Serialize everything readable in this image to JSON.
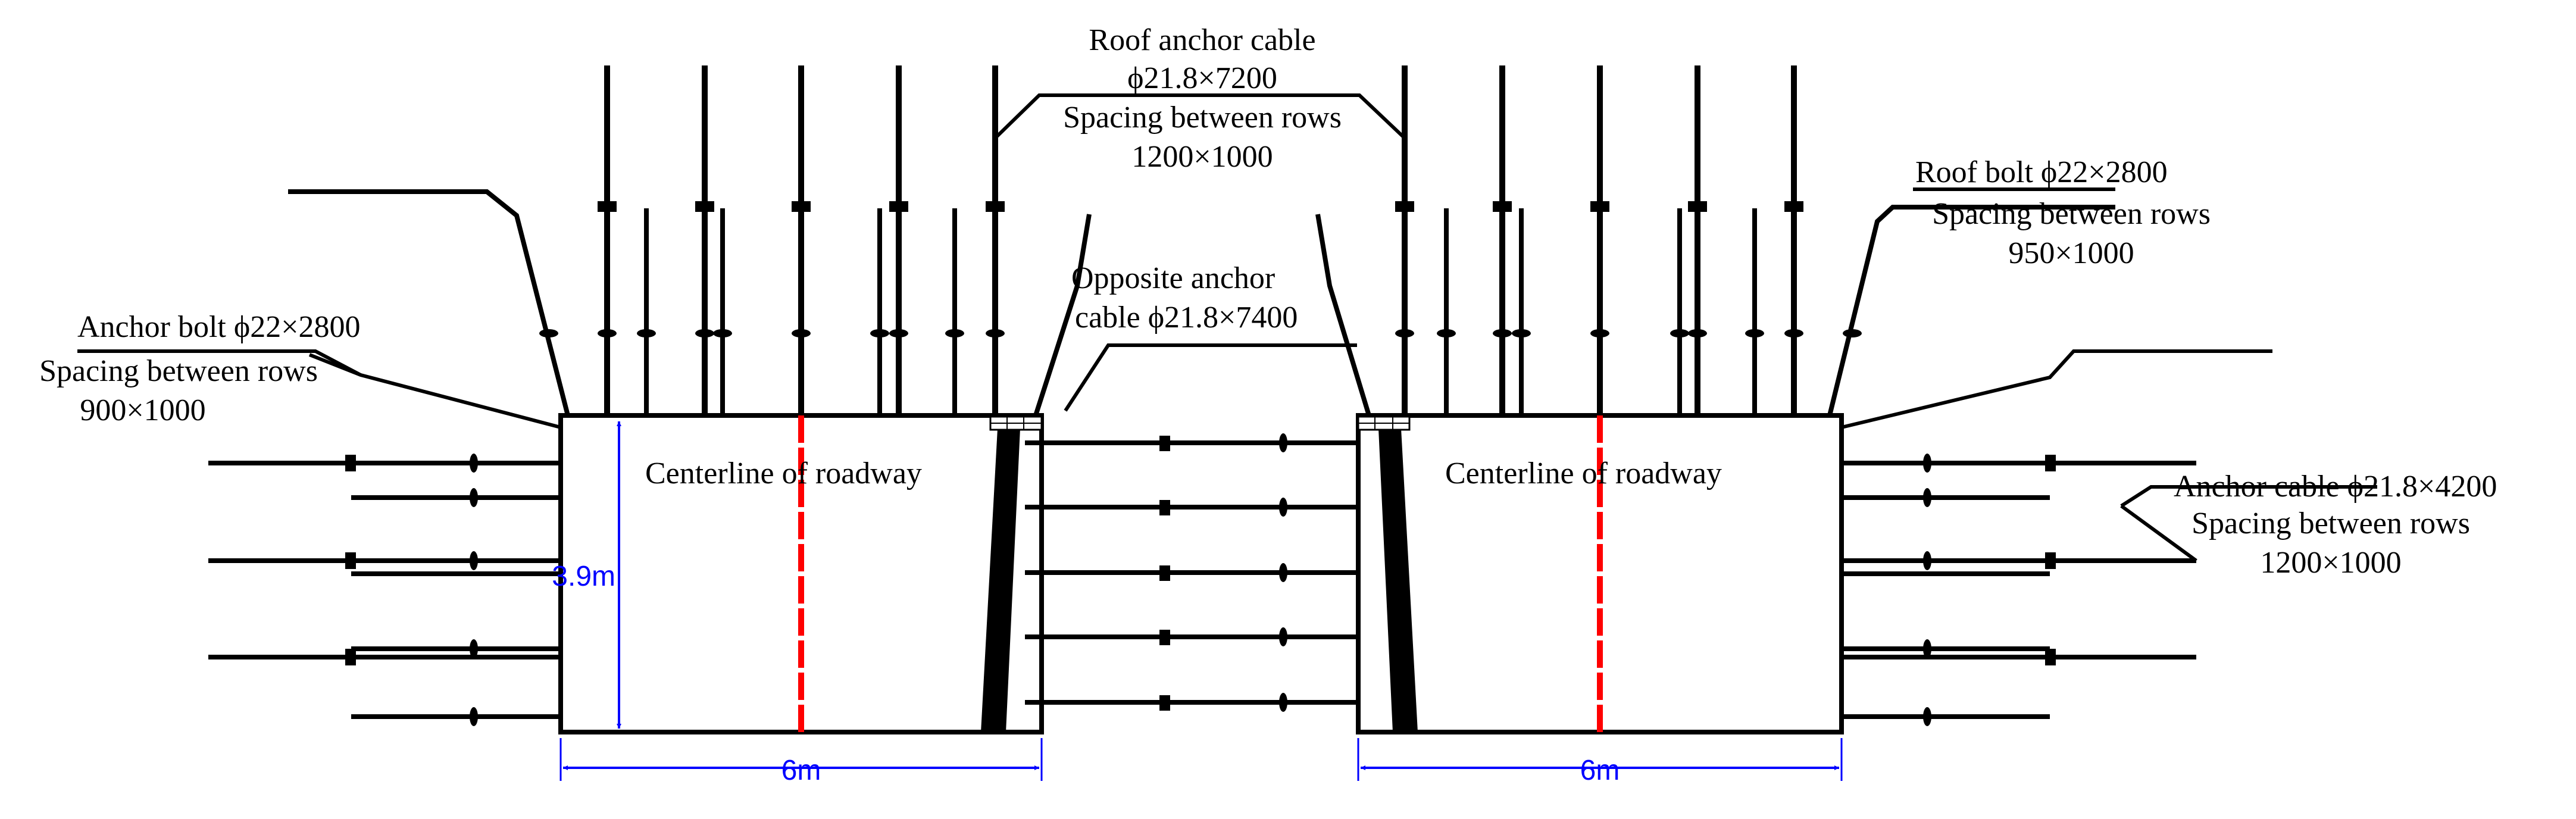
{
  "labels": {
    "roof_anchor_cable": {
      "line1": "Roof anchor cable",
      "line2": "ϕ21.8×7200",
      "line3": "Spacing between rows",
      "line4": "1200×1000"
    },
    "roof_bolt": {
      "line1": "Roof bolt ϕ22×2800",
      "line2": "Spacing between rows",
      "line3": "950×1000"
    },
    "anchor_bolt": {
      "line1": "Anchor bolt  ϕ22×2800",
      "line2": "Spacing between rows",
      "line3": "900×1000"
    },
    "opposite_anchor_cable": {
      "line1": "Opposite anchor",
      "line2": "cable ϕ21.8×7400"
    },
    "anchor_cable": {
      "line1": "Anchor cable ϕ21.8×4200",
      "line2": "Spacing between rows",
      "line3": "1200×1000"
    },
    "centerline_left": "Centerline of roadway",
    "centerline_right": "Centerline of roadway"
  },
  "dimensions": {
    "height": "3.9m",
    "width_left": "6m",
    "width_right": "6m"
  },
  "colors": {
    "line": "#000000",
    "centerline": "#ff0000",
    "dimension": "#0000ff"
  }
}
